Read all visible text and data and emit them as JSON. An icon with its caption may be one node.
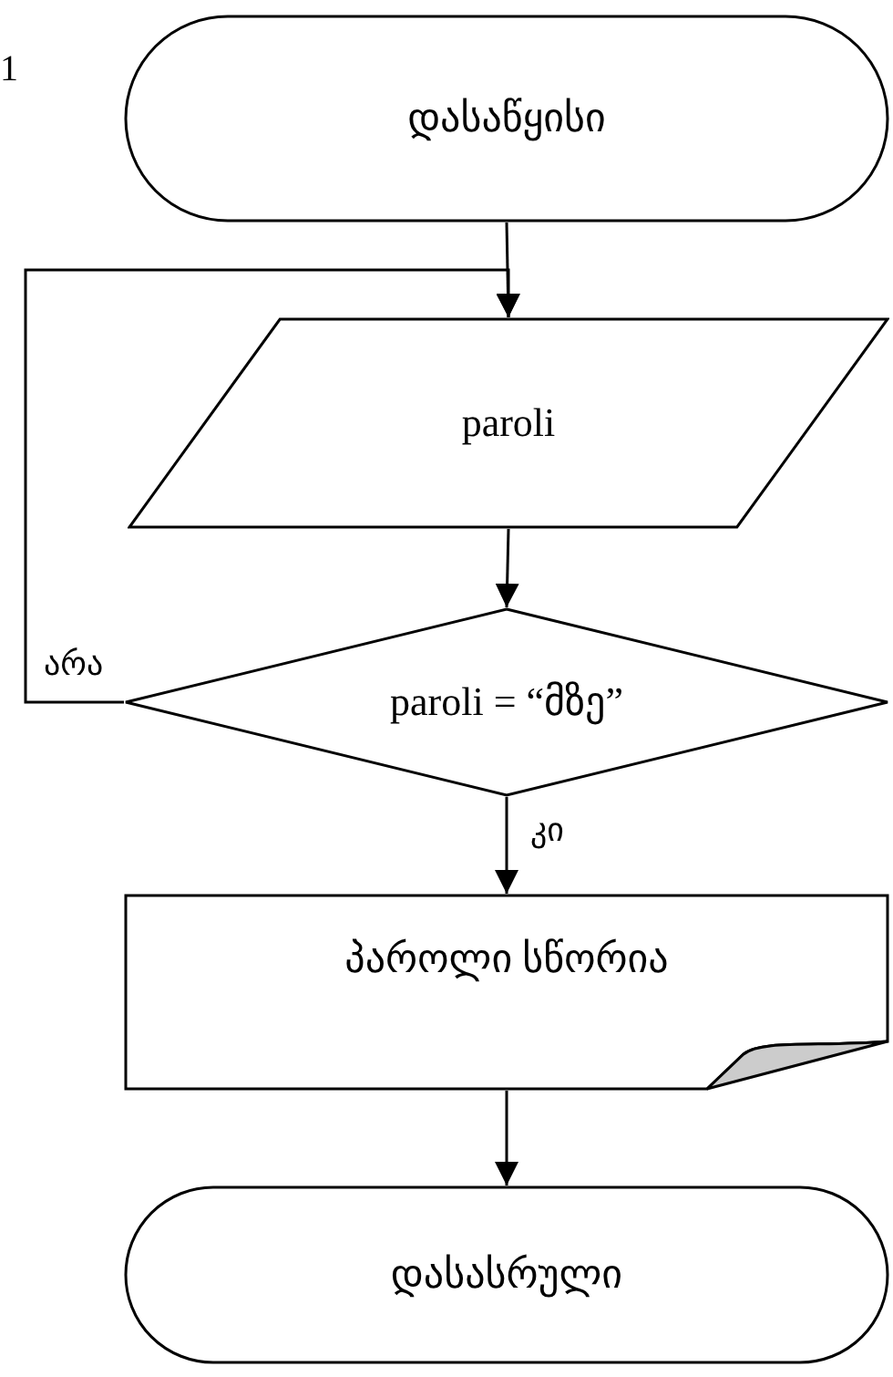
{
  "diagram": {
    "nodes": [
      {
        "text": [
          "დასაწყისი"
        ]
      },
      {
        "text": [
          "paroli"
        ]
      },
      {
        "text": [
          "paroli = “მზე”"
        ]
      },
      {
        "text": [
          "პაროლი სწორია"
        ]
      },
      {
        "text": [
          "დასასრული"
        ]
      }
    ],
    "edges": [
      {
        "from": 0,
        "to": 1,
        "arrow": "to"
      },
      {
        "from": 1,
        "to": 2,
        "arrow": "to"
      },
      {
        "from": 2,
        "to": 1,
        "arrow": "to",
        "label": "არა"
      },
      {
        "from": 2,
        "to": 3,
        "arrow": "to",
        "label": "კი"
      },
      {
        "from": 3,
        "to": 4,
        "arrow": "to"
      }
    ],
    "labels": [
      "1"
    ]
  }
}
